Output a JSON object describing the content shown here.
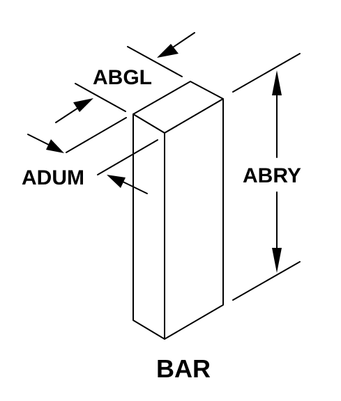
{
  "diagram": {
    "labels": {
      "thickness": "ABGL",
      "width": "ADUM",
      "height": "ABRY",
      "caption": "BAR"
    },
    "colors": {
      "line": "#000000",
      "background": "#ffffff"
    }
  }
}
